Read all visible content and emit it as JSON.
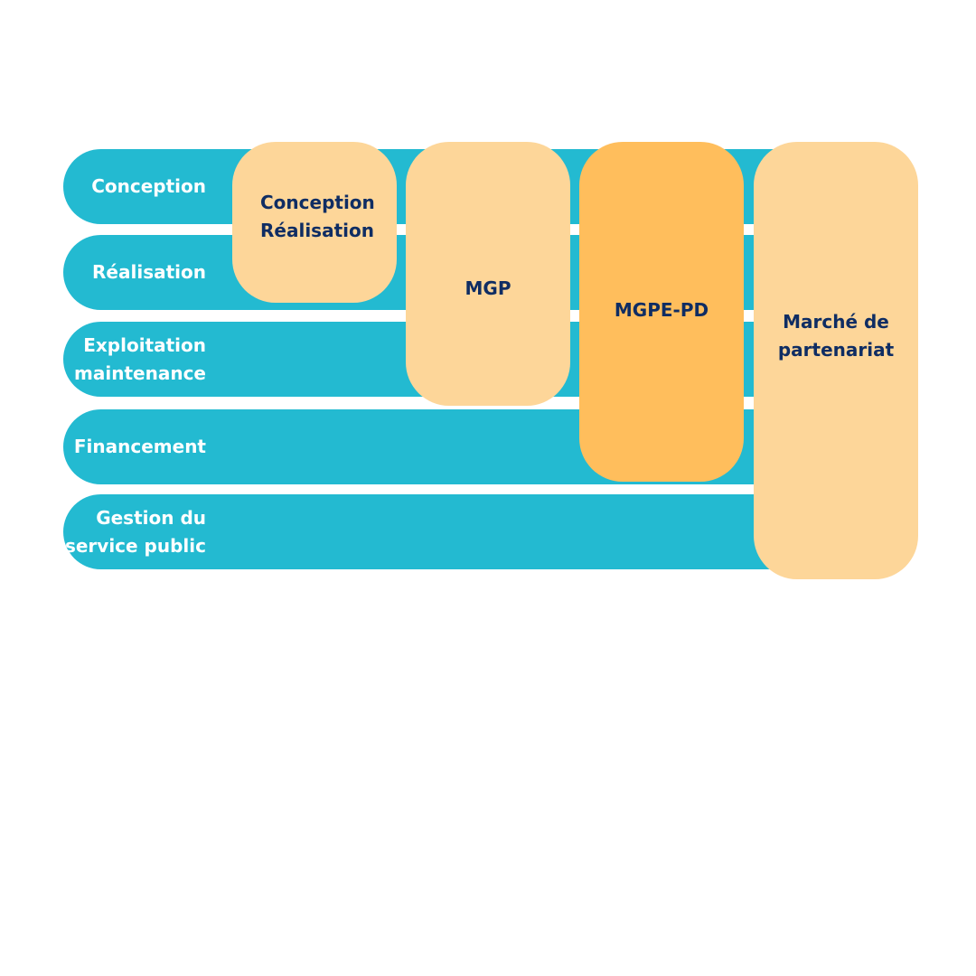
{
  "colors": {
    "row": "#23bad1",
    "row_text": "#ffffff",
    "box_light": "#fdd699",
    "box_strong": "#ffbe5c",
    "box_text": "#0f2d63"
  },
  "rows": [
    {
      "label": "Conception"
    },
    {
      "label": "Réalisation"
    },
    {
      "label": "Exploitation\nmaintenance"
    },
    {
      "label": "Financement"
    },
    {
      "label": "Gestion du\nservice public"
    }
  ],
  "boxes": [
    {
      "label": "Conception\nRéalisation"
    },
    {
      "label": "MGP"
    },
    {
      "label": "MGPE-PD"
    },
    {
      "label": "Marché de\npartenariat"
    }
  ]
}
